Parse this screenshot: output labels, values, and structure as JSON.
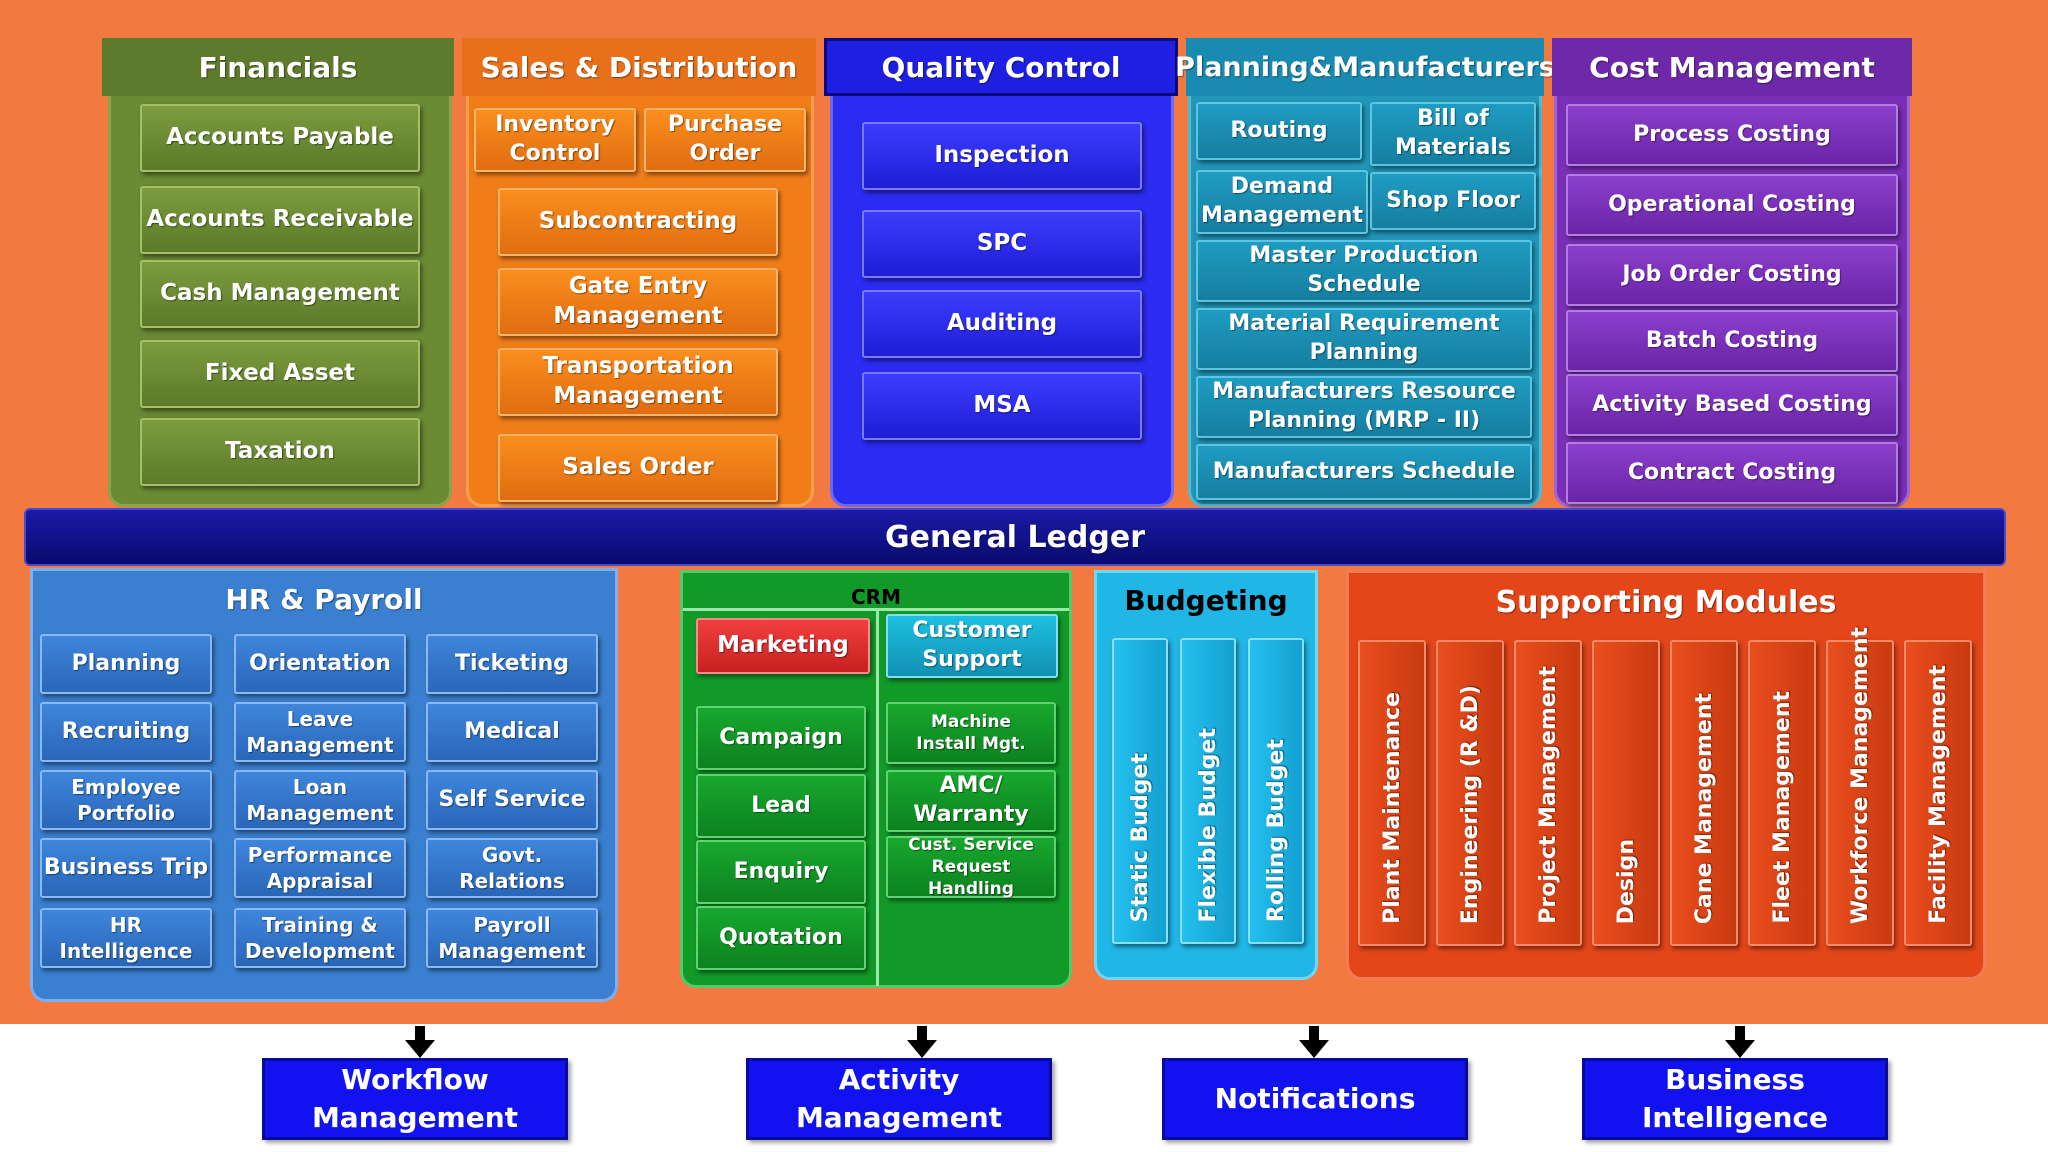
{
  "financials": {
    "title": "Financials",
    "items": [
      "Accounts Payable",
      "Accounts Receivable",
      "Cash Management",
      "Fixed Asset",
      "Taxation"
    ]
  },
  "sales_distribution": {
    "title": "Sales & Distribution",
    "items": [
      "Inventory\nControl",
      "Purchase\nOrder",
      "Subcontracting",
      "Gate Entry\nManagement",
      "Transportation\nManagement",
      "Sales Order"
    ]
  },
  "quality_control": {
    "title": "Quality Control",
    "items": [
      "Inspection",
      "SPC",
      "Auditing",
      "MSA"
    ]
  },
  "planning": {
    "title": "Planning&Manufacturers",
    "items": [
      "Routing",
      "Bill of\nMaterials",
      "Demand\nManagement",
      "Shop Floor",
      "Master Production\nSchedule",
      "Material Requirement\nPlanning",
      "Manufacturers Resource\nPlanning (MRP - II)",
      "Manufacturers Schedule"
    ]
  },
  "cost_management": {
    "title": "Cost Management",
    "items": [
      "Process Costing",
      "Operational Costing",
      "Job Order Costing",
      "Batch Costing",
      "Activity Based Costing",
      "Contract Costing"
    ]
  },
  "general_ledger": "General Ledger",
  "hr_payroll": {
    "title": "HR & Payroll",
    "items": [
      "Planning",
      "Orientation",
      "Ticketing",
      "Recruiting",
      "Leave\nManagement",
      "Medical",
      "Employee\nPortfolio",
      "Loan\nManagement",
      "Self Service",
      "Business Trip",
      "Performance\nAppraisal",
      "Govt.\nRelations",
      "HR\nIntelligence",
      "Training &\nDevelopment",
      "Payroll\nManagement"
    ]
  },
  "crm": {
    "title": "CRM",
    "marketing": "Marketing",
    "customer_support": "Customer\nSupport",
    "marketing_items": [
      "Campaign",
      "Lead",
      "Enquiry",
      "Quotation"
    ],
    "support_items": [
      "Machine\nInstall Mgt.",
      "AMC/\nWarranty",
      "Cust. Service\nRequest Handling"
    ]
  },
  "budgeting": {
    "title": "Budgeting",
    "items": [
      "Static Budget",
      "Flexible Budget",
      "Rolling Budget"
    ]
  },
  "supporting_modules": {
    "title": "Supporting Modules",
    "items": [
      "Plant Maintenance",
      "Engineering (R &D)",
      "Project Management",
      "Design",
      "Cane Management",
      "Fleet Management",
      "Workforce  Management",
      "Facility  Management"
    ]
  },
  "outputs": [
    "Workflow\nManagement",
    "Activity\nManagement",
    "Notifications",
    "Business\nIntelligence"
  ],
  "colors": {
    "background": "#f27a40",
    "financials": "#6b8a34",
    "sales_distribution": "#f17d18",
    "quality_control": "#2b2bf2",
    "planning": "#2196b9",
    "cost_management": "#7a2fb8",
    "general_ledger": "#10108a",
    "hr_payroll": "#3a7fd0",
    "crm": "#129a29",
    "crm_marketing": "#e03030",
    "crm_support": "#17a8c8",
    "budgeting": "#20b6e6",
    "supporting_modules": "#e4461a",
    "outputs": "#1212f0"
  }
}
